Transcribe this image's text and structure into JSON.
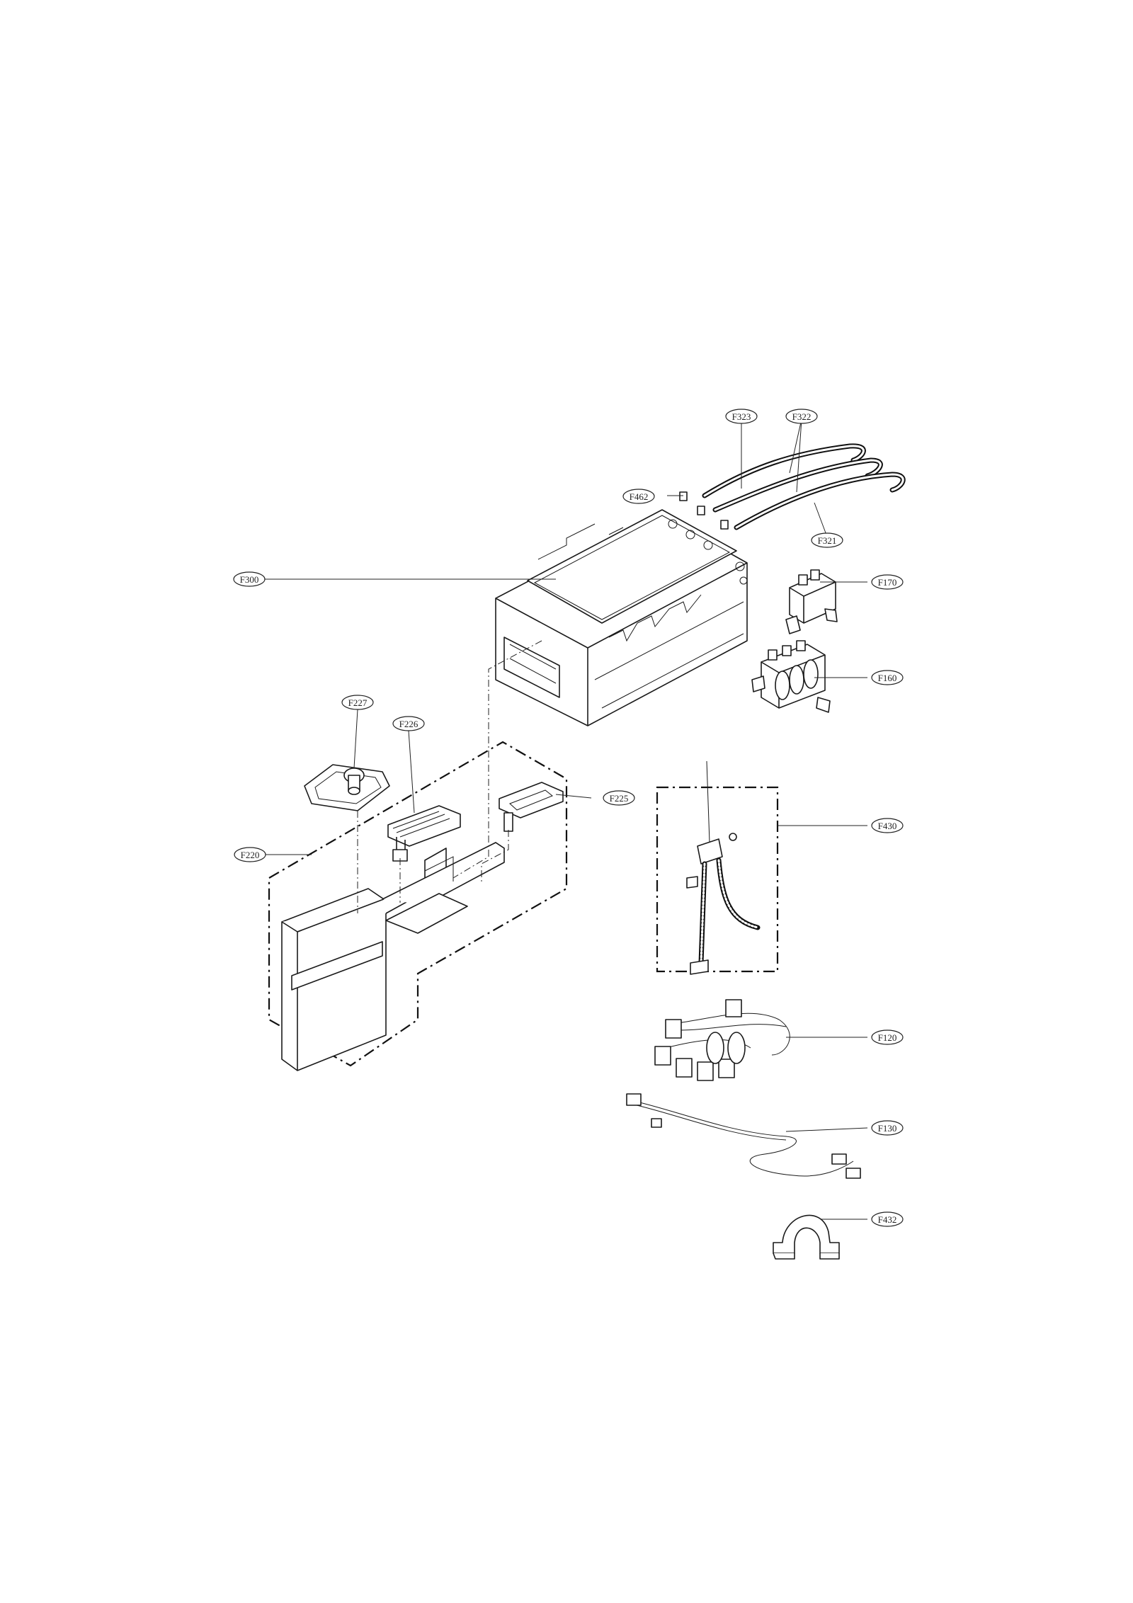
{
  "diagram": {
    "callouts": [
      "F323",
      "F322",
      "F462",
      "F321",
      "F300",
      "F170",
      "F160",
      "F227",
      "F226",
      "F225",
      "F220",
      "F430",
      "F120",
      "F130",
      "F432"
    ]
  }
}
